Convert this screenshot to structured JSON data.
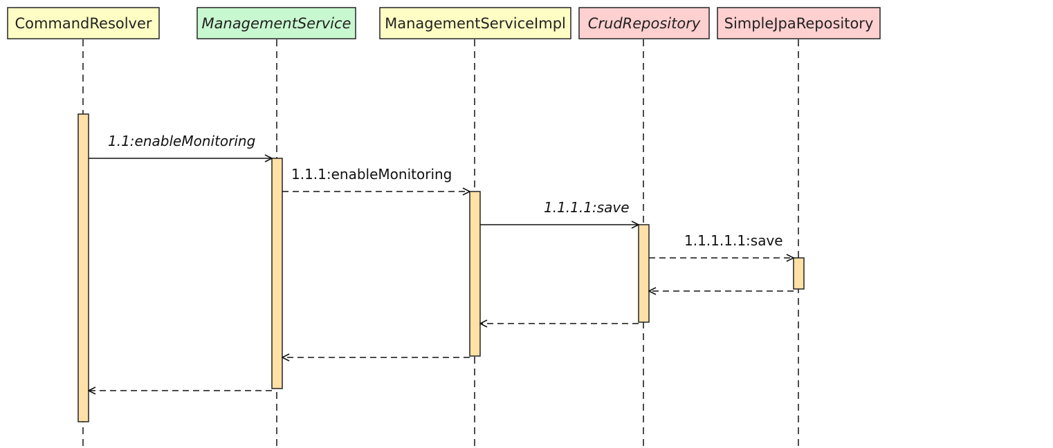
{
  "participants": [
    {
      "id": "p0",
      "label": "CommandResolver",
      "italic": false,
      "fill": "#FEFEC4"
    },
    {
      "id": "p1",
      "label": "ManagementService",
      "italic": true,
      "fill": "#C8F8CF"
    },
    {
      "id": "p2",
      "label": "ManagementServiceImpl",
      "italic": false,
      "fill": "#FEFEC4"
    },
    {
      "id": "p3",
      "label": "CrudRepository",
      "italic": true,
      "fill": "#FFD0D0"
    },
    {
      "id": "p4",
      "label": "SimpleJpaRepository",
      "italic": false,
      "fill": "#FFD0D0"
    }
  ],
  "messages": [
    {
      "id": "m0",
      "from": "p0",
      "to": "p1",
      "label": "1.1:enableMonitoring",
      "italic": true,
      "dashed": false
    },
    {
      "id": "m1",
      "from": "p1",
      "to": "p2",
      "label": "1.1.1:enableMonitoring",
      "italic": false,
      "dashed": true
    },
    {
      "id": "m2",
      "from": "p2",
      "to": "p3",
      "label": "1.1.1.1:save",
      "italic": true,
      "dashed": false
    },
    {
      "id": "m3",
      "from": "p3",
      "to": "p4",
      "label": "1.1.1.1.1:save",
      "italic": false,
      "dashed": true
    },
    {
      "id": "r3",
      "from": "p4",
      "to": "p3",
      "label": "",
      "italic": false,
      "dashed": true
    },
    {
      "id": "r2",
      "from": "p3",
      "to": "p2",
      "label": "",
      "italic": false,
      "dashed": true
    },
    {
      "id": "r1",
      "from": "p2",
      "to": "p1",
      "label": "",
      "italic": false,
      "dashed": true
    },
    {
      "id": "r0",
      "from": "p1",
      "to": "p0",
      "label": "",
      "italic": false,
      "dashed": true
    }
  ],
  "colors": {
    "activation": "#FFE0A6",
    "line": "#111111",
    "border": "#222222"
  }
}
